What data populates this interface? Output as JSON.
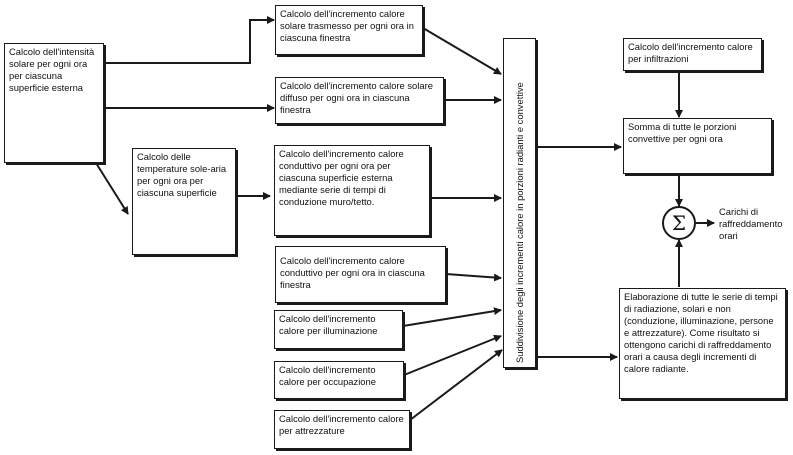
{
  "nodes": {
    "intensity": "Calcolo dell'intensità solare per ogni ora per ciascuna superficie esterna",
    "sol_air": "Calcolo delle temperature sole-aria per ogni ora per ciascuna superficie",
    "transmitted": "Calcolo dell'incremento calore solare trasmesso per ogni ora in ciascuna finestra",
    "diffuse": "Calcolo dell'incremento calore solare diffuso per ogni ora in ciascuna finestra",
    "conductive_wall": "Calcolo dell'incremento calore conduttivo per ogni ora per ciascuna superficie esterna mediante serie di tempi di conduzione muro/tetto.",
    "conductive_window": "Calcolo dell'incremento calore conduttivo per ogni ora in ciascuna finestra",
    "lighting": "Calcolo dell'incremento calore per illuminazione",
    "occupancy": "Calcolo dell'incremento calore per occupazione",
    "equipment": "Calcolo dell'incremento calore per attrezzature",
    "split": "Suddivisione degli incrementi calore in porzioni radianti e convettive",
    "infiltration": "Calcolo dell'incremento calore per infiltrazioni",
    "sum": "Somma di tutte le porzioni convettive per ogni ora",
    "processing": "Elaborazione di tutte le serie di tempi di radiazione, solari e non (conduzione, illuminazione, persone e attrezzature). Come risultato si ottengono carichi di raffreddamento orari a causa degli incrementi di calore radiante."
  },
  "summation": {
    "symbol": "Σ",
    "output_label": "Carichi di raffreddamento orari"
  },
  "colors": {
    "line": "#1a1a1a",
    "background": "#ffffff",
    "text": "#111111"
  }
}
